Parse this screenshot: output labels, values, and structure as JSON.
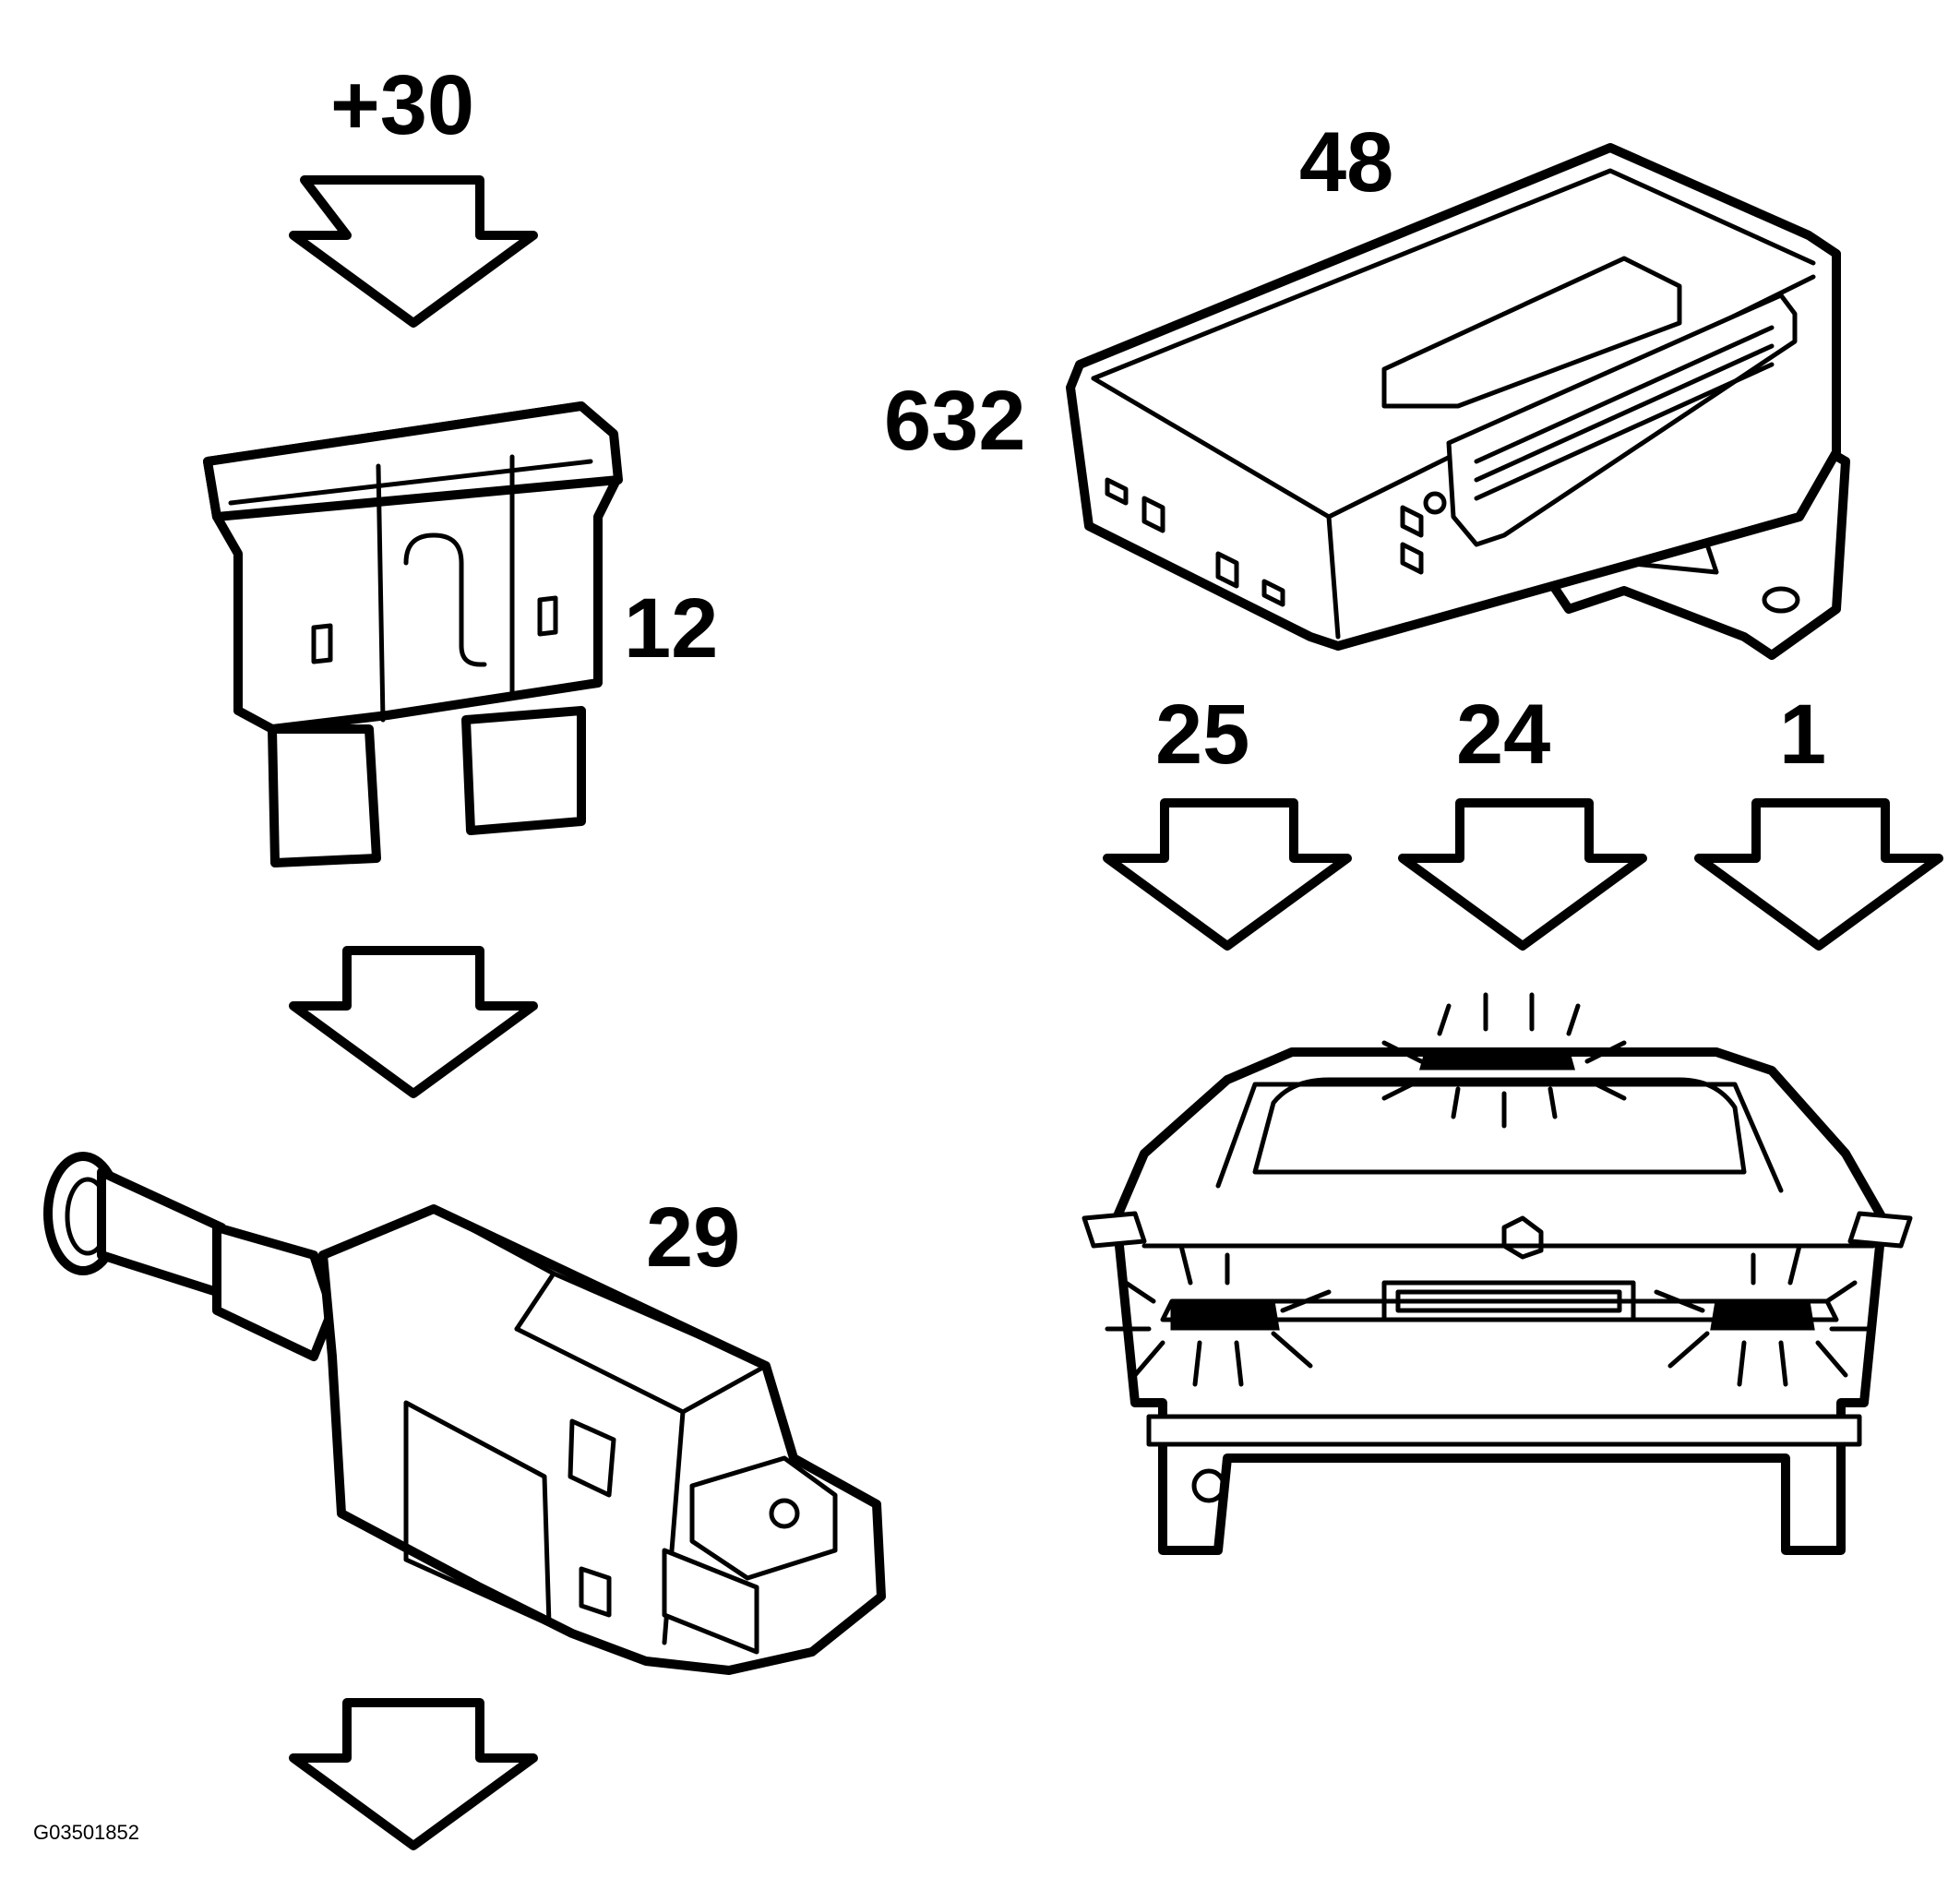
{
  "diagram": {
    "labels": {
      "supply": "+30",
      "fuse": "12",
      "switch": "29",
      "module": "48",
      "module_connector": "632",
      "pin_left": "25",
      "pin_center": "24",
      "pin_right": "1"
    },
    "figure_id": "G03501852",
    "icons": {
      "fuse": "blade-fuse-icon",
      "switch": "brake-light-switch-icon",
      "module": "control-module-icon",
      "vehicle": "car-rear-brake-lights-icon",
      "arrow": "down-arrow-icon"
    }
  }
}
